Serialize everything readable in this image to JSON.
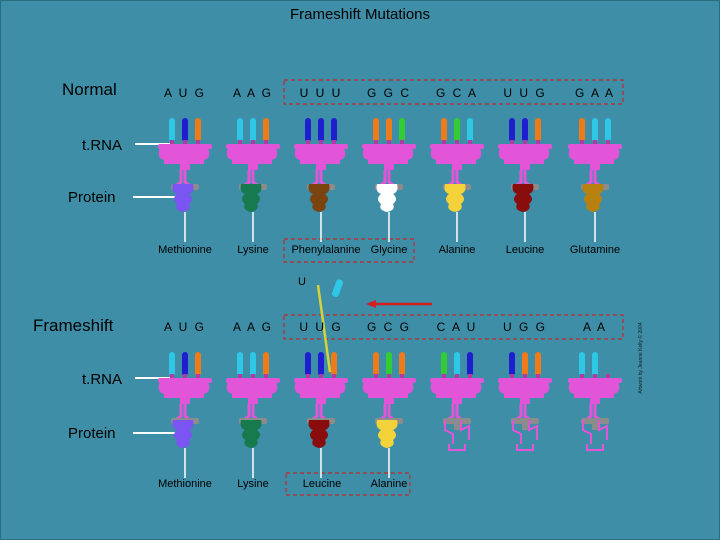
{
  "title": "Frameshift Mutations",
  "rows": {
    "normal": {
      "label": "Normal",
      "codons": [
        "A U G",
        "A A G",
        "U U U",
        "G G C",
        "G C A",
        "U U G",
        "G A A"
      ],
      "amino_acids": [
        "Methionine",
        "Lysine",
        "Phenylalanine",
        "Glycine",
        "Alanine",
        "Leucine",
        "Glutamine"
      ]
    },
    "frameshift": {
      "label": "Frameshift",
      "codons": [
        "A U G",
        "A A G",
        "U U G",
        "G C G",
        "C A U",
        "U G G",
        "A A"
      ],
      "amino_acids": [
        "Methionine",
        "Lysine",
        "Leucine",
        "Alanine"
      ]
    }
  },
  "side_labels": {
    "trna_top": "t.RNA",
    "protein_top": "Protein",
    "trna_bottom": "t.RNA",
    "protein_bottom": "Protein"
  },
  "inserted_base": "U",
  "credit": "Artwork by Jeanne Kelly © 2004",
  "colors": {
    "background": "#3d8ea6",
    "A": "#1e1ed0",
    "U": "#2ec8e6",
    "G": "#33cc33",
    "C": "#ee7a1a",
    "trna": "#e255d8",
    "anticodon_stem": "#b23aa6",
    "ribosome": "#8c8c8c",
    "dashed_box": "#c0292b",
    "arrow": "#d02020",
    "insert_line": "#d8d23a",
    "methionine": "#7b55f2",
    "lysine": "#177a4e",
    "phenylalanine": "#7a4310",
    "glycine": "#ffffff",
    "alanine": "#f4d23a",
    "leucine": "#8a0d0d",
    "glutamine": "#b8800f"
  }
}
